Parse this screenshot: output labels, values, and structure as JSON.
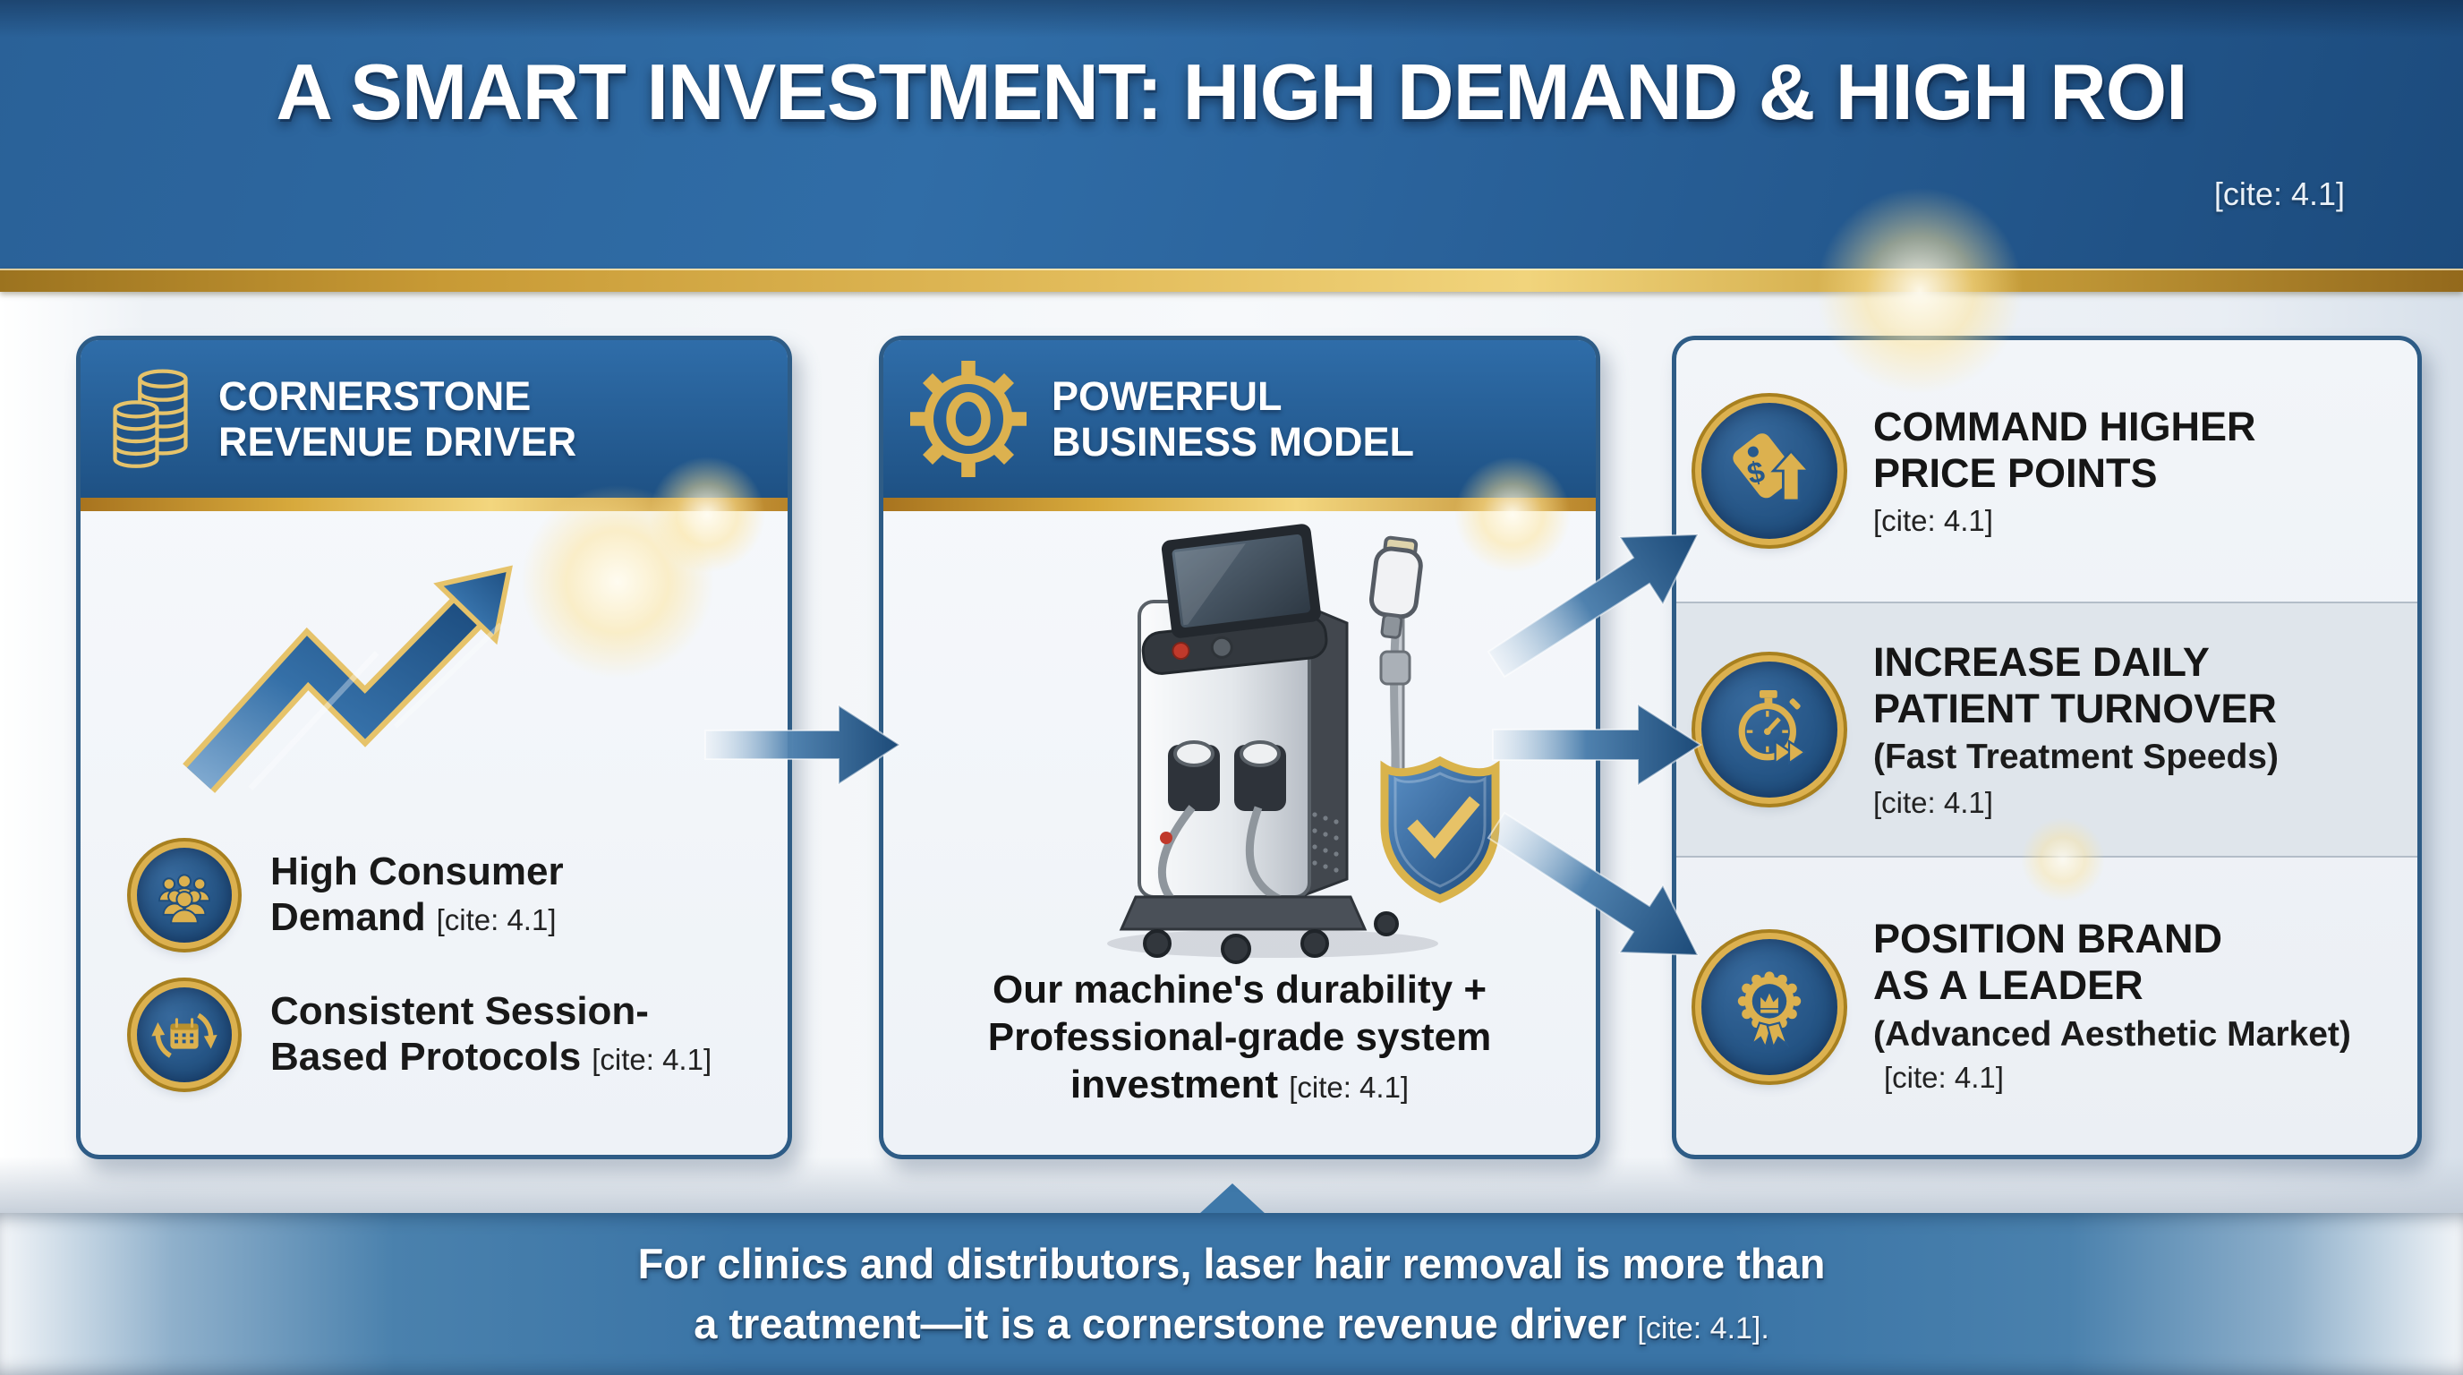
{
  "colors": {
    "headerblue": "#2b639b",
    "navy": "#1f4e7e",
    "gold": "#dcb14f",
    "goldlight": "#f3d67e",
    "golddeep": "#a8801f",
    "panelborder": "#2e5c86",
    "panelbg": "#f3f6fa",
    "arrowblue": "#1d4e80",
    "bandblue": "#3a74a6",
    "rowgray": "#dfe5eb",
    "iconblue": "#27598c",
    "textdark": "#161616"
  },
  "header": {
    "title": "A SMART INVESTMENT: HIGH DEMAND & HIGH ROI",
    "cite": "[cite: 4.1]"
  },
  "left_panel": {
    "title_line1": "CORNERSTONE",
    "title_line2": "REVENUE DRIVER",
    "header_icon": "coins-stack",
    "graphic": "growth-zigzag-arrow",
    "bullets": [
      {
        "icon": "people-group",
        "line1": "High Consumer",
        "line2": "Demand",
        "cite": "[cite: 4.1]"
      },
      {
        "icon": "calendar-sync",
        "line1": "Consistent Session-",
        "line2": "Based Protocols",
        "cite": "[cite: 4.1]"
      }
    ]
  },
  "middle_panel": {
    "title_line1": "POWERFUL",
    "title_line2": "BUSINESS MODEL",
    "header_icon": "gear",
    "illustration": "laser-hair-removal-machine-with-shield-checkmark",
    "caption_line1": "Our machine's durability +",
    "caption_line2": "Professional-grade system",
    "caption_line3": "investment",
    "cite": "[cite: 4.1]"
  },
  "right_panel": {
    "items": [
      {
        "icon": "price-tag-up",
        "line1": "COMMAND HIGHER",
        "line2": "PRICE POINTS",
        "sub": "",
        "cite": "[cite: 4.1]"
      },
      {
        "icon": "stopwatch-fast",
        "line1": "INCREASE DAILY",
        "line2": "PATIENT TURNOVER",
        "sub": "(Fast Treatment Speeds)",
        "cite": "[cite: 4.1]"
      },
      {
        "icon": "medal-crown",
        "line1": "POSITION BRAND",
        "line2": "AS A LEADER",
        "sub": "(Advanced Aesthetic Market)",
        "cite": "[cite: 4.1]"
      }
    ]
  },
  "footer": {
    "line1": "For clinics and distributors, laser hair removal is more than",
    "line2": "a treatment—it is a cornerstone revenue driver",
    "cite": "[cite: 4.1]."
  }
}
